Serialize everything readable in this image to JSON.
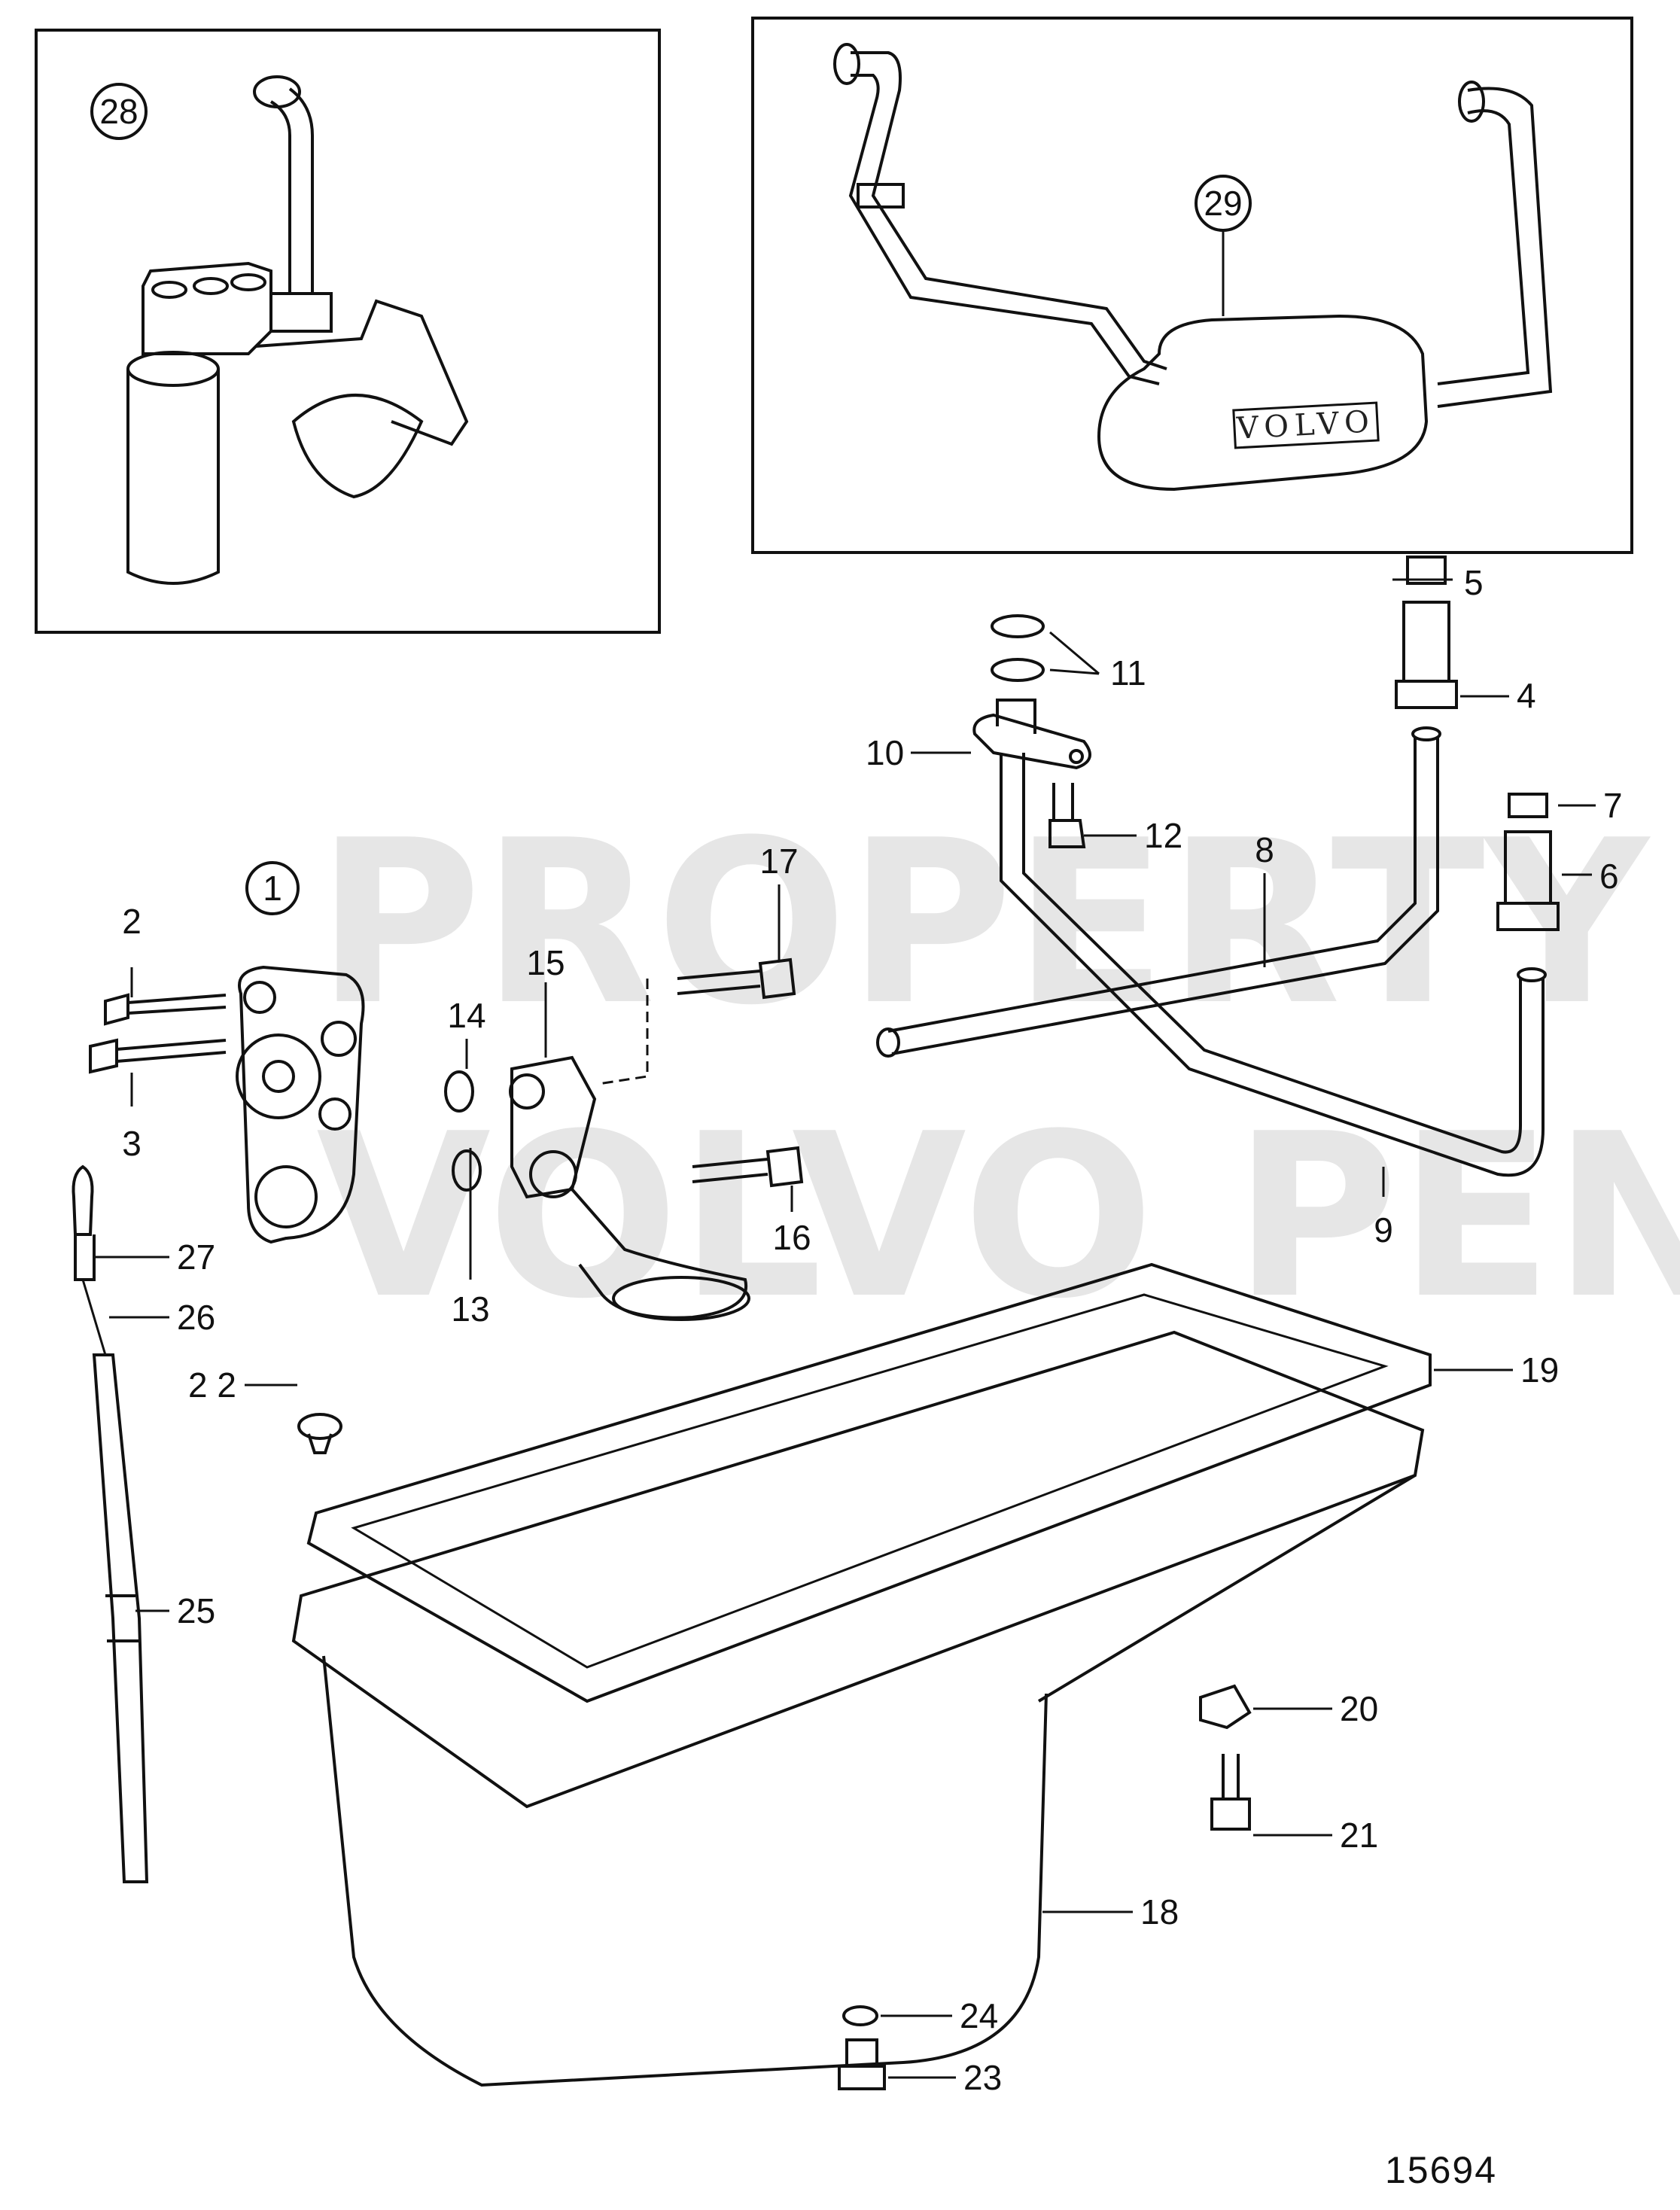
{
  "watermark": {
    "line1": "PROPERTY OF",
    "line2": "VOLVO PENTA"
  },
  "inset_28": {
    "label": "28"
  },
  "inset_29": {
    "label": "29",
    "brand_text": "VOLVO"
  },
  "figure_number": "15694",
  "callouts": {
    "c1": "1",
    "c2": "2",
    "c3": "3",
    "c4": "4",
    "c5": "5",
    "c6": "6",
    "c7": "7",
    "c8": "8",
    "c9": "9",
    "c10": "10",
    "c11": "11",
    "c12": "12",
    "c13": "13",
    "c14": "14",
    "c15": "15",
    "c16": "16",
    "c17": "17",
    "c18": "18",
    "c19": "19",
    "c20": "20",
    "c21": "21",
    "c22": "2 2",
    "c23": "23",
    "c24": "24",
    "c25": "25",
    "c26": "26",
    "c27": "27"
  },
  "colors": {
    "ink": "#111111",
    "watermark": "#c9c9c9",
    "background": "#ffffff"
  }
}
